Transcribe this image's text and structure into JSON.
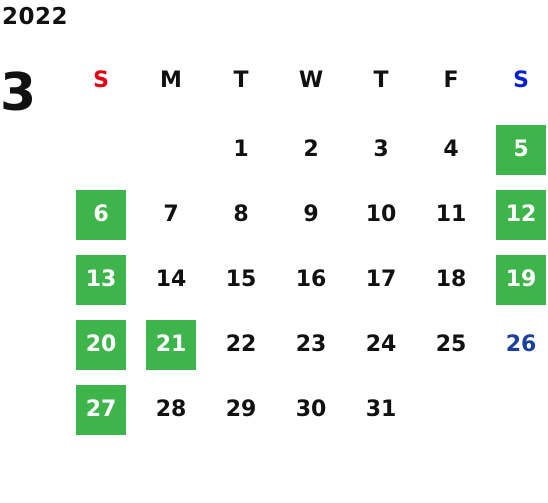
{
  "calendar": {
    "year": "2022",
    "month": "3",
    "weekdays": [
      {
        "label": "S",
        "color": "#e60012"
      },
      {
        "label": "M",
        "color": "#111111"
      },
      {
        "label": "T",
        "color": "#111111"
      },
      {
        "label": "W",
        "color": "#111111"
      },
      {
        "label": "T",
        "color": "#111111"
      },
      {
        "label": "F",
        "color": "#111111"
      },
      {
        "label": "S",
        "color": "#0a1fd0"
      }
    ],
    "highlight_color": "#3db54a",
    "saturday_plain_color": "#1a3f9c",
    "weeks": [
      [
        {
          "label": ""
        },
        {
          "label": ""
        },
        {
          "label": "1"
        },
        {
          "label": "2"
        },
        {
          "label": "3"
        },
        {
          "label": "4"
        },
        {
          "label": "5",
          "highlight": true
        }
      ],
      [
        {
          "label": "6",
          "highlight": true
        },
        {
          "label": "7"
        },
        {
          "label": "8"
        },
        {
          "label": "9"
        },
        {
          "label": "10"
        },
        {
          "label": "11"
        },
        {
          "label": "12",
          "highlight": true
        }
      ],
      [
        {
          "label": "13",
          "highlight": true
        },
        {
          "label": "14"
        },
        {
          "label": "15"
        },
        {
          "label": "16"
        },
        {
          "label": "17"
        },
        {
          "label": "18"
        },
        {
          "label": "19",
          "highlight": true
        }
      ],
      [
        {
          "label": "20",
          "highlight": true
        },
        {
          "label": "21",
          "highlight": true
        },
        {
          "label": "22"
        },
        {
          "label": "23"
        },
        {
          "label": "24"
        },
        {
          "label": "25"
        },
        {
          "label": "26",
          "saturday_plain": true
        }
      ],
      [
        {
          "label": "27",
          "highlight": true
        },
        {
          "label": "28"
        },
        {
          "label": "29"
        },
        {
          "label": "30"
        },
        {
          "label": "31"
        },
        {
          "label": ""
        },
        {
          "label": ""
        }
      ]
    ]
  }
}
